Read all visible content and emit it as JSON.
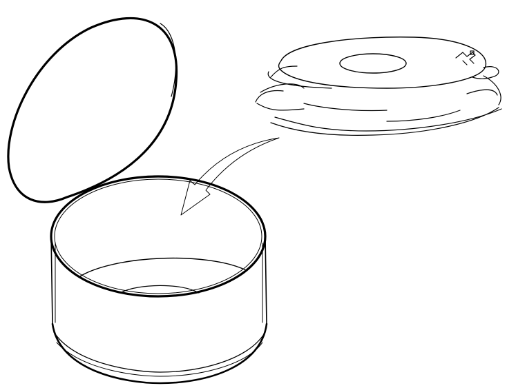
{
  "illustration": {
    "line_color": "#000000",
    "background": "#ffffff",
    "components": [
      {
        "id": "lid",
        "icon": "open-lid-disc"
      },
      {
        "id": "container",
        "icon": "open-cylindrical-container"
      },
      {
        "id": "pad",
        "icon": "folded-pad-with-center-ring"
      },
      {
        "id": "arrow",
        "icon": "curved-insert-arrow"
      }
    ]
  }
}
